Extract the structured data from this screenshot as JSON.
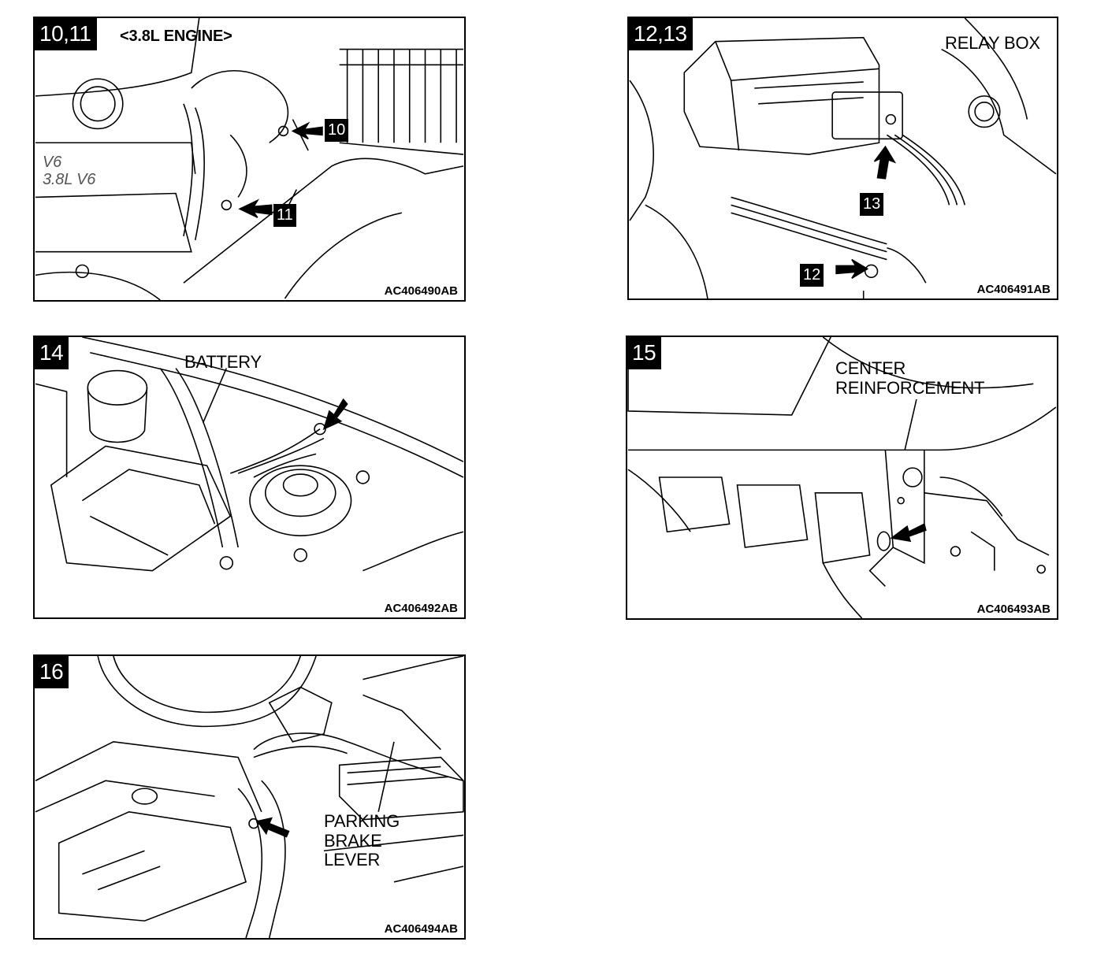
{
  "panels": [
    {
      "tag": "10,11",
      "code": "AC406490AB",
      "engine_note": "<3.8L ENGINE>",
      "pointers": [
        "10",
        "11"
      ]
    },
    {
      "tag": "12,13",
      "code": "AC406491AB",
      "label": "RELAY BOX",
      "pointers": [
        "13",
        "12"
      ]
    },
    {
      "tag": "14",
      "code": "AC406492AB",
      "label": "BATTERY"
    },
    {
      "tag": "15",
      "code": "AC406493AB",
      "label_lines": [
        "CENTER",
        "REINFORCEMENT"
      ]
    },
    {
      "tag": "16",
      "code": "AC406494AB",
      "label_lines": [
        "PARKING",
        "BRAKE",
        "LEVER"
      ]
    }
  ],
  "engine_marking_lines": [
    "V6",
    "3.8L V6"
  ]
}
